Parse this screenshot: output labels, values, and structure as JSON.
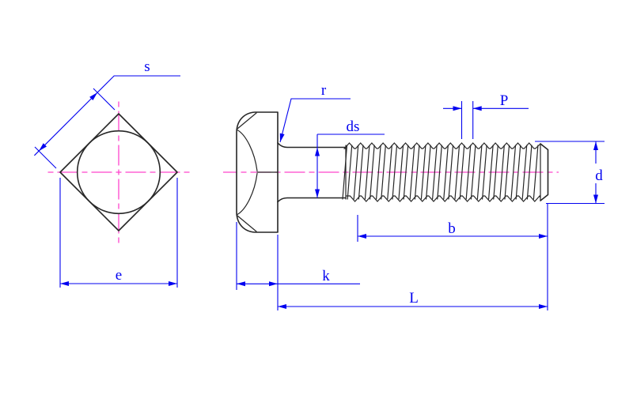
{
  "drawing": {
    "background": "#ffffff",
    "colors": {
      "outline": "#262626",
      "dimension": "#0202f0",
      "centerline": "#ff44cc"
    },
    "dimension_labels": {
      "s": "s",
      "e": "e",
      "r": "r",
      "ds": "ds",
      "P": "P",
      "d": "d",
      "b": "b",
      "k": "k",
      "L": "L"
    }
  }
}
